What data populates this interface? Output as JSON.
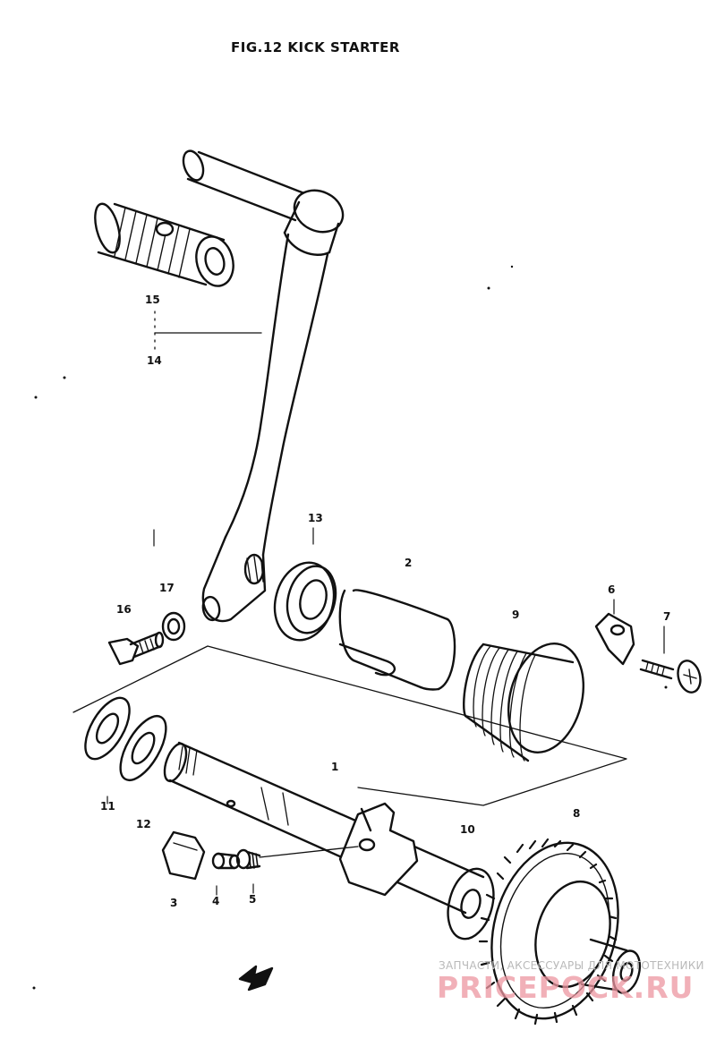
{
  "figure": {
    "title": "FIG.12   KICK STARTER"
  },
  "callouts": {
    "c1": "1",
    "c2": "2",
    "c3": "3",
    "c4": "4",
    "c5": "5",
    "c6": "6",
    "c7": "7",
    "c8": "8",
    "c9": "9",
    "c10": "10",
    "c11": "11",
    "c12": "12",
    "c13": "13",
    "c14": "14",
    "c15": "15",
    "c16": "16",
    "c17": "17"
  },
  "watermark": {
    "line1": "ЗАПЧАСТИ, АКСЕССУАРЫ ДЛЯ МОТОТЕХНИКИ",
    "line2": "PRICEPOCK.RU"
  },
  "colors": {
    "ink": "#111111",
    "paper": "#ffffff",
    "watermark_grey": "#b9b9b9",
    "watermark_pink": "#ec96a0"
  }
}
